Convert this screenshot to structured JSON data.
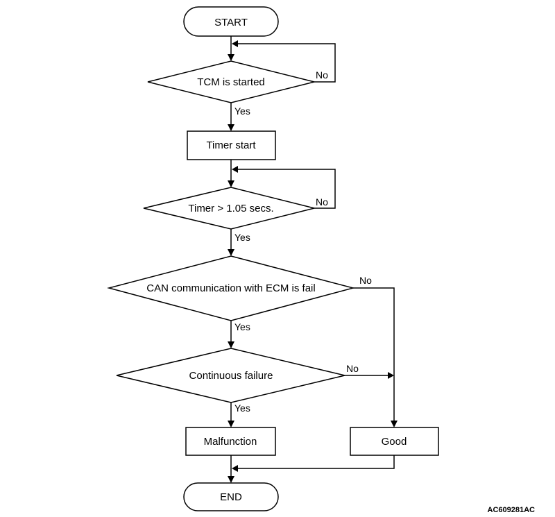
{
  "nodes": {
    "start": "START",
    "tcm_started": "TCM is started",
    "timer_start": "Timer start",
    "timer_check": "Timer > 1.05 secs.",
    "can_fail": "CAN communication with ECM is fail",
    "continuous_failure": "Continuous failure",
    "malfunction": "Malfunction",
    "good": "Good",
    "end": "END"
  },
  "branches": {
    "yes": "Yes",
    "no": "No"
  },
  "reference_code": "AC609281AC"
}
